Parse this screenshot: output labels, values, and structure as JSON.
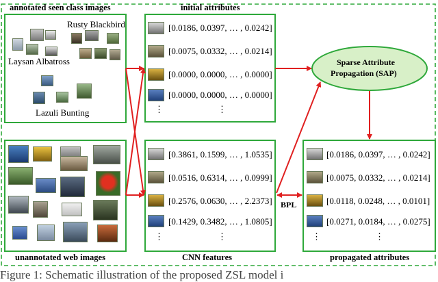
{
  "colors": {
    "box_border": "#2ea83a",
    "dashed_border": "#2ea83a",
    "arrow": "#e02020",
    "sap_fill": "#d8f0c8",
    "sap_border": "#2ea83a"
  },
  "labels": {
    "seen_title": "annotated seen class images",
    "web_title": "unannotated web images",
    "initial_title": "initial attributes",
    "cnn_title": "CNN features",
    "propagated_title": "propagated attributes",
    "rusty": "Rusty Blackbird",
    "laysan": "Laysan Albatross",
    "lazuli": "Lazuli Bunting",
    "sap_line1": "Sparse Attribute",
    "sap_line2": "Propagation (SAP)",
    "bpl": "BPL",
    "vdots": "⋮",
    "caption": "Figure 1: Schematic illustration of the proposed ZSL model i"
  },
  "initial_attributes": [
    "[0.0186, 0.0397, … , 0.0242]",
    "[0.0075, 0.0332, … , 0.0214]",
    "[0.0000, 0.0000, … , 0.0000]",
    "[0.0000, 0.0000, … , 0.0000]"
  ],
  "cnn_features": [
    "[0.3861, 0.1599, … , 1.0535]",
    "[0.0516, 0.6314, … , 0.0999]",
    "[0.2576, 0.0630, … , 2.2373]",
    "[0.1429, 0.3482, … , 1.0805]"
  ],
  "propagated_attributes": [
    "[0.0186, 0.0397, … , 0.0242]",
    "[0.0075, 0.0332, … , 0.0214]",
    "[0.0118, 0.0248, … , 0.0101]",
    "[0.0271, 0.0184, … , 0.0275]"
  ],
  "icons": [
    "bird-photo-icon",
    "right-arrow-icon",
    "ellipse-node"
  ]
}
